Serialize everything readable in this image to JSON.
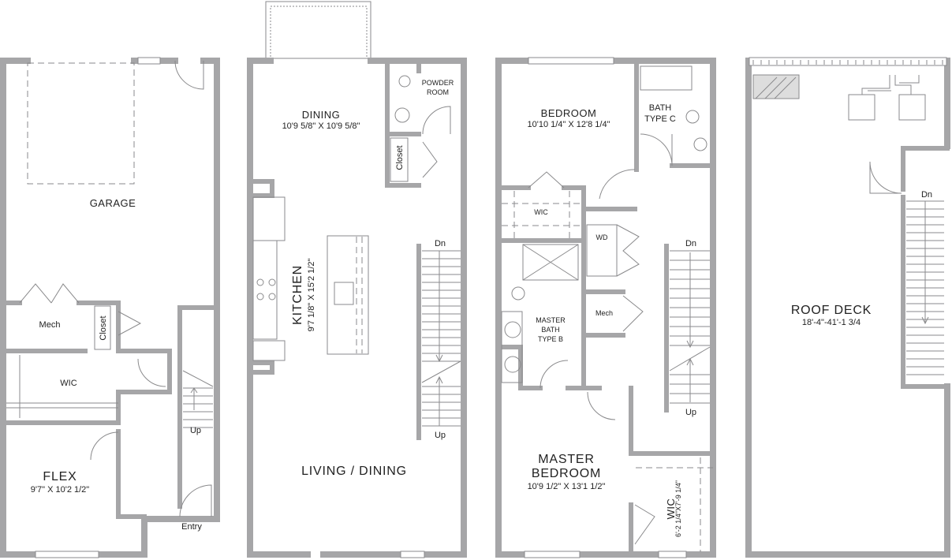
{
  "colors": {
    "wall": "#a6a6a8",
    "line": "#8a8a8c",
    "text": "#222222"
  },
  "level1": {
    "garage": "GARAGE",
    "mech": "Mech",
    "closet": "Closet",
    "wic": "WIC",
    "flex": "FLEX",
    "flex_dims": "9'7\" X 10'2 1/2\"",
    "up": "Up",
    "entry": "Entry"
  },
  "level2": {
    "dining": "DINING",
    "dining_dims": "10'9 5/8\" X 10'9 5/8\"",
    "powder1": "POWDER",
    "powder2": "ROOM",
    "closet": "Closet",
    "kitchen": "KITCHEN",
    "kitchen_dims": "9'7 1/8\" X 15'2 1/2\"",
    "dn": "Dn",
    "up": "Up",
    "living": "LIVING / DINING"
  },
  "level3": {
    "bedroom": "BEDROOM",
    "bedroom_dims": "10'10 1/4\" X 12'8 1/4\"",
    "bath1": "BATH",
    "bath2": "TYPE C",
    "wic": "WIC",
    "wd": "WD",
    "mech": "Mech",
    "mbath1": "MASTER",
    "mbath2": "BATH",
    "mbath3": "TYPE B",
    "master1": "MASTER",
    "master2": "BEDROOM",
    "master_dims": "10'9 1/2\" X 13'1 1/2\"",
    "wic2": "WIC",
    "wic2_dims": "6'-2 1/4\"X7'-9 1/4\"",
    "dn": "Dn",
    "up": "Up"
  },
  "level4": {
    "roof": "ROOF DECK",
    "roof_dims": "18'-4\"-41'-1 3/4",
    "dn": "Dn"
  }
}
